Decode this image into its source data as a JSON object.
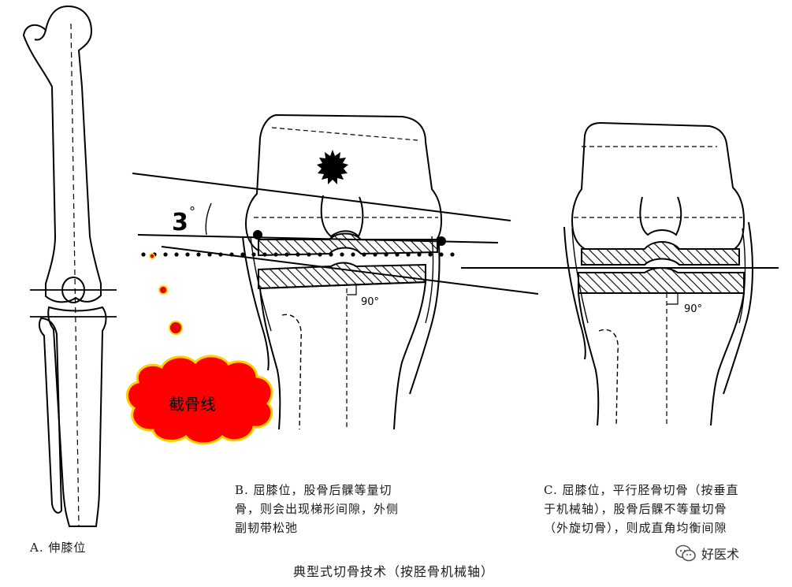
{
  "labels": {
    "angle": "3",
    "angle_unit": "°",
    "right_angle_b": "90°",
    "right_angle_c": "90°",
    "cloud": "截骨线"
  },
  "captions": {
    "a": "A. 伸膝位",
    "b": "B. 屈膝位，股骨后髁等量切\n骨，则会出现梯形间隙，外侧\n副韧带松弛",
    "c": "C. 屈膝位，平行胫骨切骨（按垂直\n于机械轴），股骨后髁不等量切骨\n（外旋切骨），则成直角均衡间隙",
    "title": "典型式切骨技术（按胫骨机械轴）",
    "watermark": "好医术"
  },
  "icons": [
    "starburst-icon",
    "wechat-icon"
  ],
  "colors": {
    "line": "#000000",
    "cloud_fill": "#ff0000",
    "cloud_stroke": "#ffd000",
    "dot_fill": "#e00000",
    "dot_stroke": "#ffd000",
    "hatch": "#000000"
  }
}
